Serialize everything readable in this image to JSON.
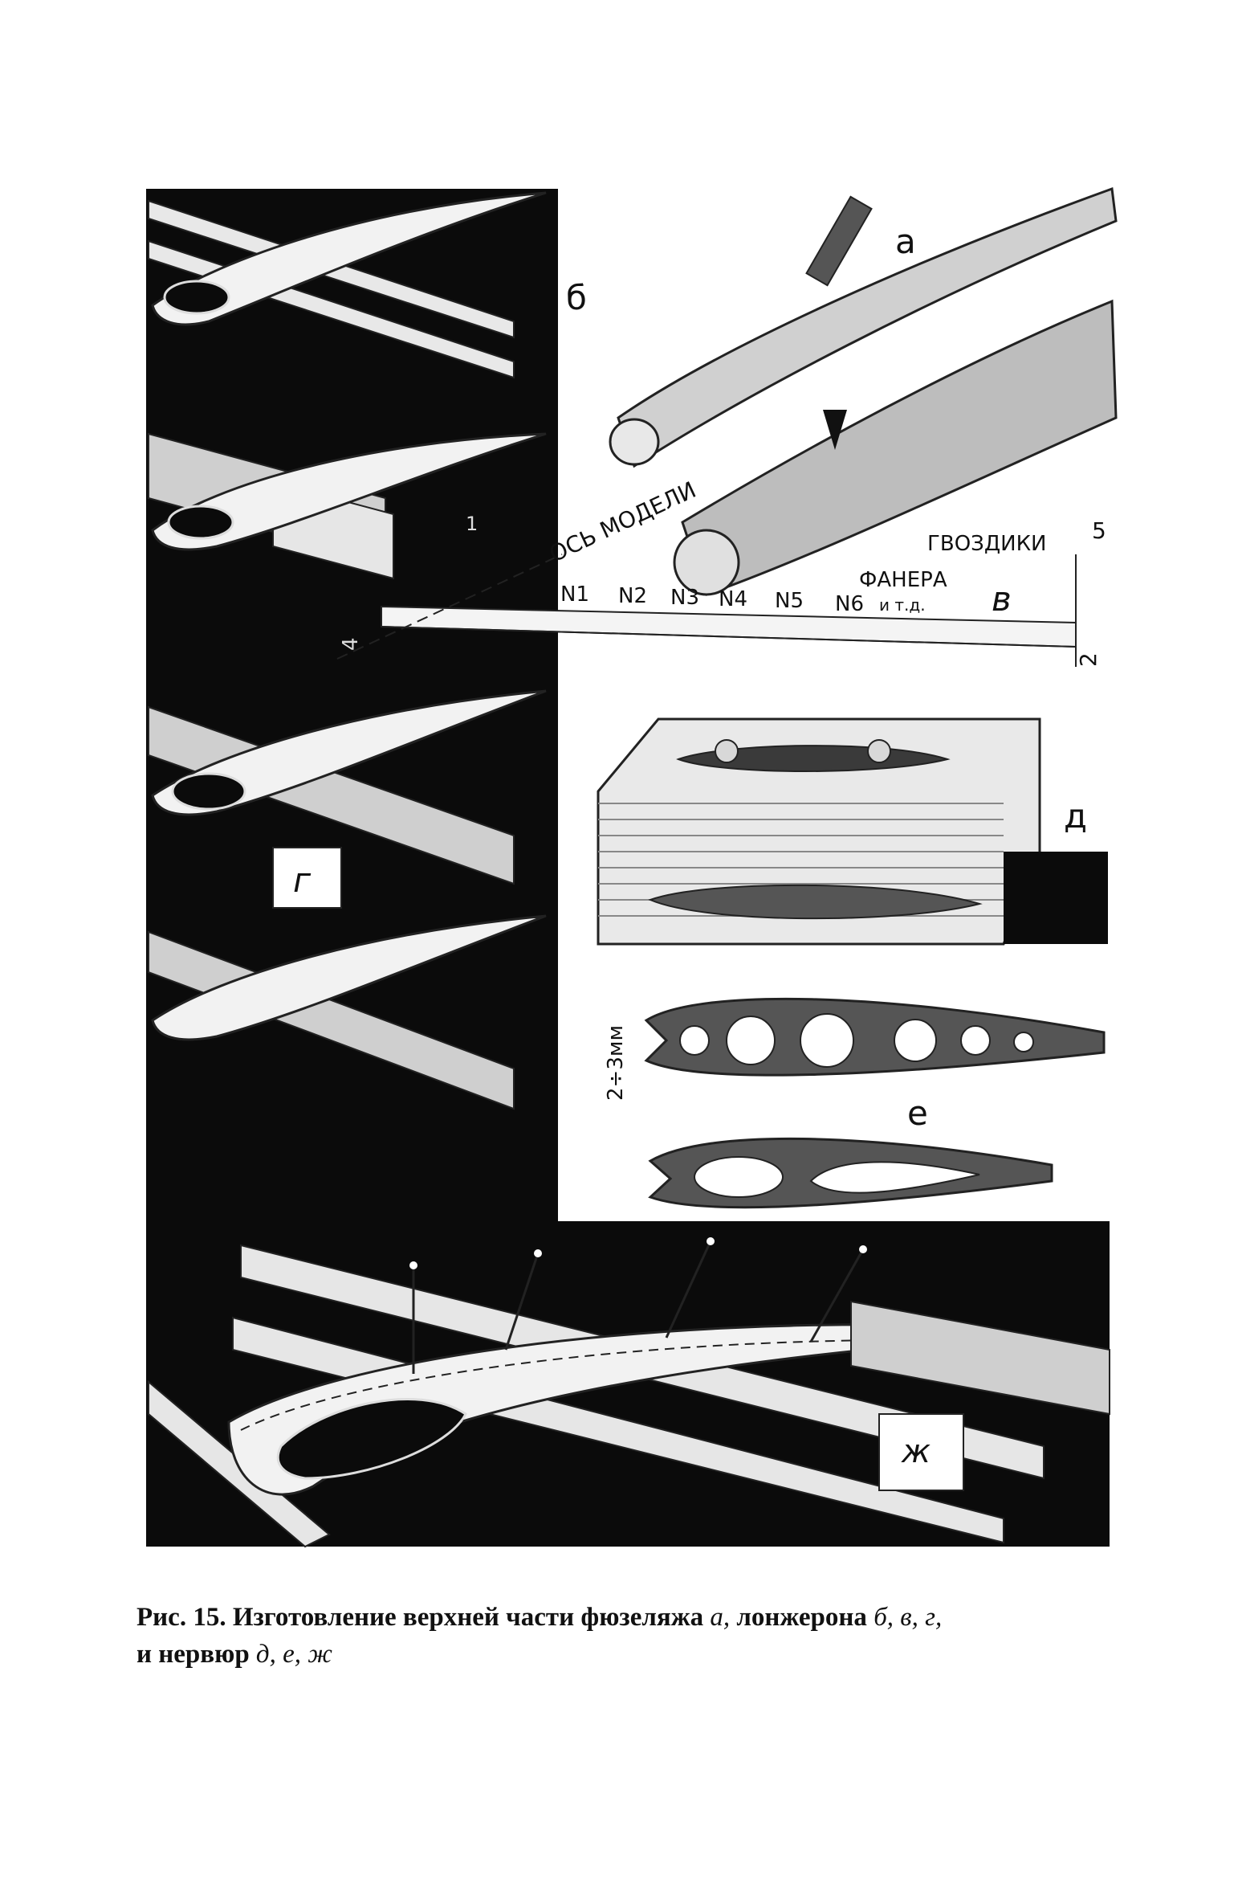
{
  "figure": {
    "labels": {
      "a": "а",
      "b": "б",
      "v": "в",
      "g": "г",
      "d": "д",
      "e": "е",
      "zh": "ж"
    },
    "annotations": {
      "model_axis": "ОСЬ МОДЕЛИ",
      "nails": "ГВОЗДИКИ",
      "plywood": "ФАНЕРА",
      "etc": "и т.д.",
      "dim_5": "5",
      "dim_2": "2",
      "dim_4": "4",
      "dim_1": "1",
      "dim_gap": "2÷3мм",
      "stations": [
        "N1",
        "N2",
        "N3",
        "N4",
        "N5",
        "N6"
      ]
    }
  },
  "caption": {
    "prefix": "Рис. 15. Изготовление верхней части фюзеляжа",
    "a": "а,",
    "mid": "лонжерона",
    "bvg": "б, в, г,",
    "and": "и нервюр",
    "dez": "д, е, ж"
  }
}
